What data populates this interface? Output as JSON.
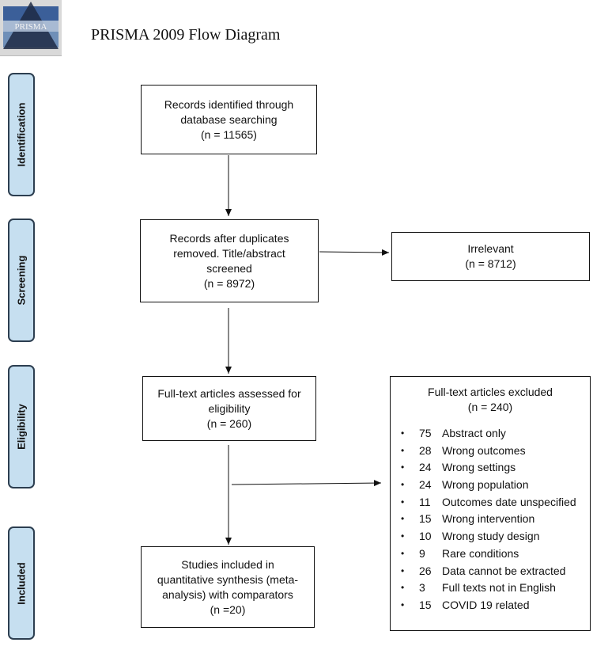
{
  "header": {
    "logo_text": "PRISMA",
    "title": "PRISMA 2009 Flow Diagram"
  },
  "stages": {
    "identification": "Identification",
    "screening": "Screening",
    "eligibility": "Eligibility",
    "included": "Included"
  },
  "boxes": {
    "identified": {
      "lines": [
        "Records identified through",
        "database searching",
        "(n = 11565)"
      ]
    },
    "screened": {
      "lines": [
        "Records after duplicates",
        "removed. Title/abstract",
        "screened",
        "(n = 8972)"
      ]
    },
    "irrelevant": {
      "lines": [
        "Irrelevant",
        "(n = 8712)"
      ]
    },
    "fulltext": {
      "lines": [
        "Full-text articles assessed for",
        "eligibility",
        "(n = 260)"
      ]
    },
    "included": {
      "lines": [
        "Studies included in",
        "quantitative synthesis (meta-",
        "analysis) with comparators",
        "(n =20)"
      ]
    }
  },
  "excluded": {
    "title": "Full-text articles excluded",
    "count": "(n = 240)",
    "bullet": "•",
    "reasons": [
      {
        "n": "75",
        "label": "Abstract only"
      },
      {
        "n": "28",
        "label": "Wrong outcomes"
      },
      {
        "n": "24",
        "label": "Wrong settings"
      },
      {
        "n": "24",
        "label": "Wrong population"
      },
      {
        "n": "11",
        "label": "Outcomes date unspecified"
      },
      {
        "n": "15",
        "label": "Wrong intervention"
      },
      {
        "n": "10",
        "label": "Wrong study design"
      },
      {
        "n": "9",
        "label": "Rare conditions"
      },
      {
        "n": "26",
        "label": "Data cannot be extracted"
      },
      {
        "n": "3",
        "label": "Full texts not in English"
      },
      {
        "n": "15",
        "label": "COVID 19 related"
      }
    ]
  }
}
